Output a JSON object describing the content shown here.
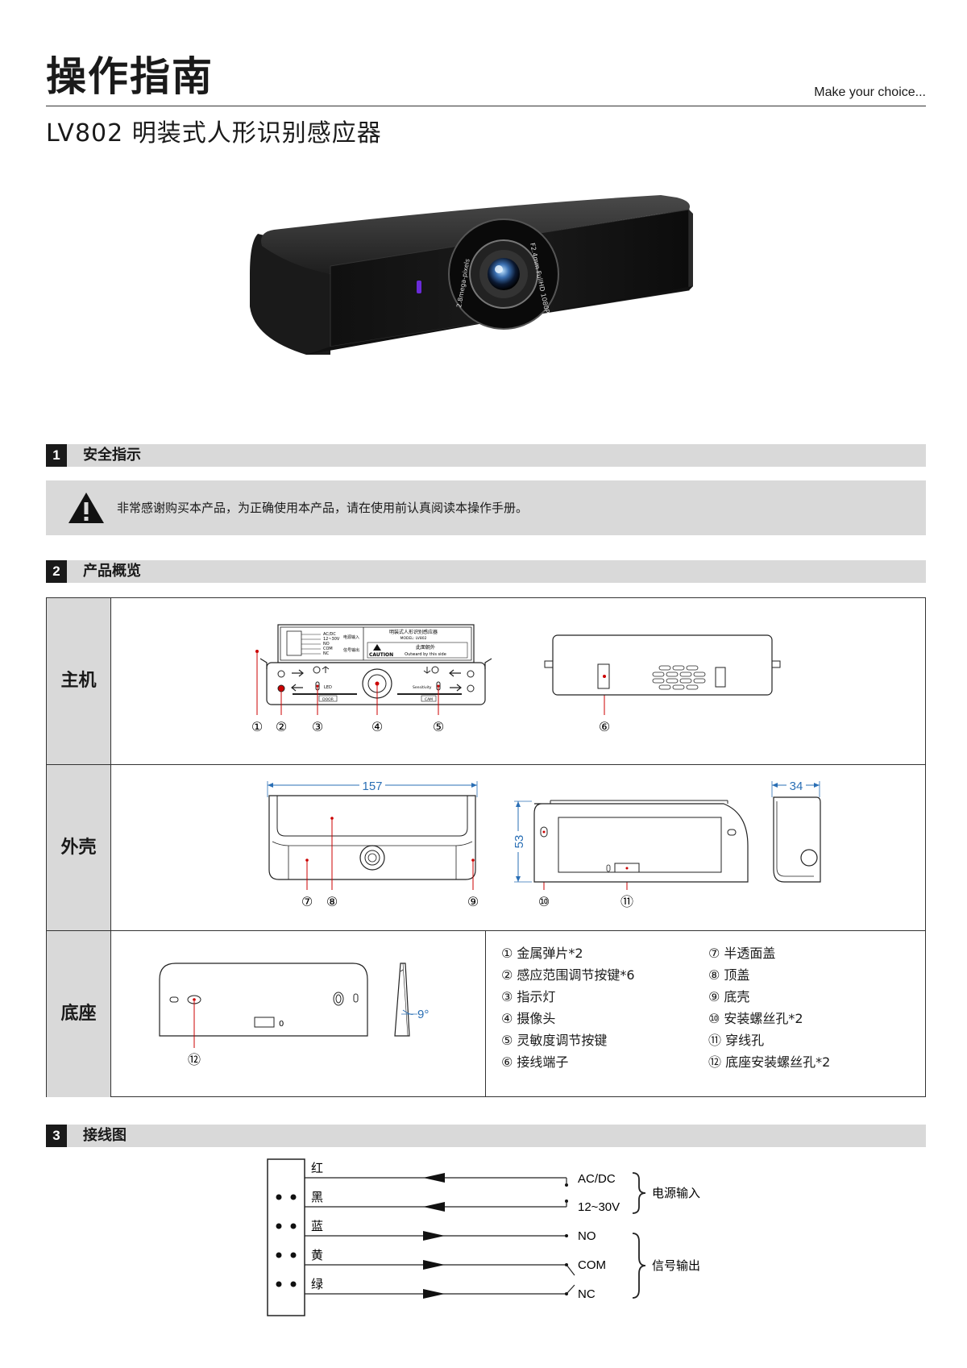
{
  "header": {
    "title": "操作指南",
    "tagline": "Make  your choice...",
    "subtitle": "LV802 明装式人形识别感应器"
  },
  "product_photo": {
    "lens_text_left": "2.8mega-pixels",
    "lens_text_right": "F2.4mm  FullHD 1080P",
    "indicator_color": "#6a2bd9"
  },
  "sections": [
    {
      "number": "1",
      "label": "安全指示"
    },
    {
      "number": "2",
      "label": "产品概览"
    },
    {
      "number": "3",
      "label": "接线图"
    }
  ],
  "safety": {
    "icon": "warning-triangle-icon",
    "text": "非常感谢购买本产品，为正确使用本产品，请在使用前认真阅读本操作手册。"
  },
  "overview": {
    "rows": [
      {
        "label": "主机"
      },
      {
        "label": "外壳"
      },
      {
        "label": "底座"
      }
    ],
    "main_unit": {
      "callouts": [
        "①",
        "②",
        "③",
        "④",
        "⑤",
        "⑥"
      ],
      "label_panel": {
        "power_lines": [
          "AC/DC",
          "12~30V"
        ],
        "signal_lines": [
          "NO",
          "COM",
          "NC"
        ],
        "power_label": "电源输入",
        "signal_label": "信号输出",
        "product_name": "明装式人形识别感应器",
        "model": "MODEL: LV802",
        "caution": "CAUTION",
        "caution_cn": "此面朝外",
        "caution_en": "Outward by this side"
      },
      "led_label": "LED",
      "sensitivity_label": "Sensitivity",
      "door_label": "DOOR",
      "cam_label": "CAM"
    },
    "housing": {
      "width_dim": "157",
      "height_dim": "53",
      "depth_dim": "34",
      "callouts": [
        "⑦",
        "⑧",
        "⑨",
        "⑩",
        "⑪"
      ]
    },
    "base": {
      "callout": "⑫",
      "angle": "9°",
      "small_mark": "0"
    },
    "legend": [
      "① 金属弹片*2",
      "② 感应范围调节按键*6",
      "③ 指示灯",
      "④ 摄像头",
      "⑤ 灵敏度调节按键",
      "⑥ 接线端子",
      "⑦ 半透面盖",
      "⑧ 顶盖",
      "⑨ 底壳",
      "⑩ 安装螺丝孔*2",
      "⑪ 穿线孔",
      "⑫ 底座安装螺丝孔*2"
    ]
  },
  "wiring": {
    "wires": [
      "红",
      "黑",
      "蓝",
      "黄",
      "绿"
    ],
    "terminals": [
      "AC/DC",
      "12~30V",
      "NO",
      "COM",
      "NC"
    ],
    "power_group": "电源输入",
    "signal_group": "信号输出",
    "dimension_color": "#2a6fb5"
  }
}
